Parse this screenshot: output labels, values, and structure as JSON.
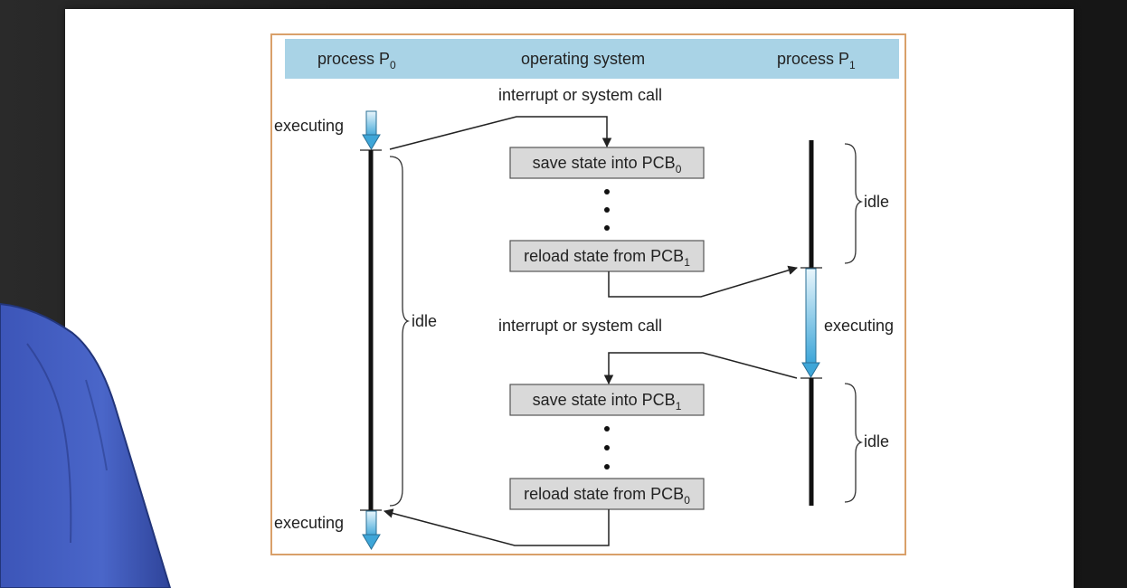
{
  "header": {
    "process0_label": "process P",
    "process0_sub": "0",
    "os_label": "operating system",
    "process1_label": "process P",
    "process1_sub": "1"
  },
  "labels": {
    "interrupt_top": "interrupt or system call",
    "interrupt_mid": "interrupt or system call",
    "p0_executing_top": "executing",
    "p0_idle": "idle",
    "p0_executing_bottom": "executing",
    "p1_idle_top": "idle",
    "p1_executing": "executing",
    "p1_idle_bottom": "idle"
  },
  "boxes": {
    "save0": {
      "text": "save state into PCB",
      "sub": "0"
    },
    "reload1": {
      "text": "reload state from PCB",
      "sub": "1"
    },
    "save1": {
      "text": "save state into PCB",
      "sub": "1"
    },
    "reload0": {
      "text": "reload state from PCB",
      "sub": "0"
    }
  },
  "colors": {
    "header_band": "#a9d3e6",
    "frame": "#d9a06a",
    "box_fill": "#d9d9d9",
    "arrow_blue": "#3ea6d8",
    "shirt": "#4a66c9"
  }
}
